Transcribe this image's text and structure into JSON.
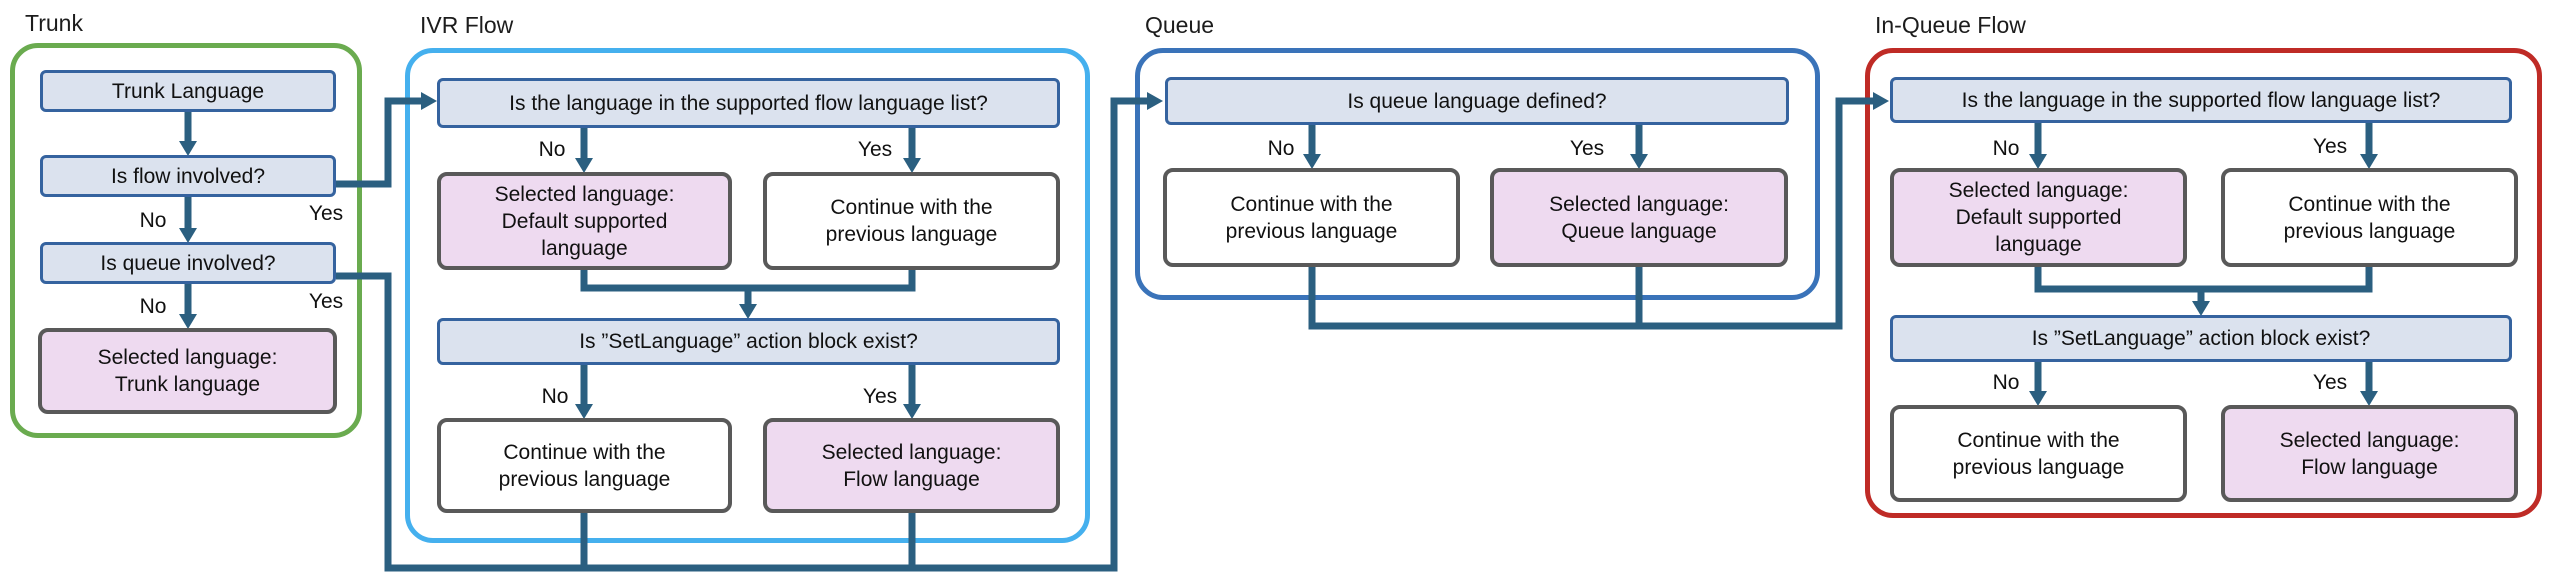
{
  "branch": {
    "no": "No",
    "yes": "Yes"
  },
  "colors": {
    "connector": "#2b5f80",
    "panel_trunk_border": "#6aab4f",
    "panel_ivr_border": "#45b0ee",
    "panel_queue_border": "#3a73b9",
    "panel_inqueue_border": "#bf2b26",
    "decision_fill": "#dbe2ee",
    "decision_border": "#35639f",
    "result_fill": "#eedaf0",
    "outcome_border": "#595959"
  },
  "panels": {
    "trunk": {
      "label": "Trunk",
      "start": "Trunk Language",
      "q_flow": "Is flow involved?",
      "q_queue": "Is queue involved?",
      "result": "Selected language:\nTrunk language"
    },
    "ivr": {
      "label": "IVR Flow",
      "q_supported": "Is the language in the supported flow language list?",
      "no_result": "Selected language:\nDefault supported\nlanguage",
      "yes_continue": "Continue with the\nprevious language",
      "q_setlang": "Is ”SetLanguage” action block exist?",
      "no_continue": "Continue with the\nprevious language",
      "yes_result": "Selected language:\nFlow language"
    },
    "queue": {
      "label": "Queue",
      "q_defined": "Is queue language defined?",
      "no_continue": "Continue with the\nprevious language",
      "yes_result": "Selected language:\nQueue language"
    },
    "inqueue": {
      "label": "In-Queue Flow",
      "q_supported": "Is the language in the supported flow language list?",
      "no_result": "Selected language:\nDefault supported\nlanguage",
      "yes_continue": "Continue with the\nprevious language",
      "q_setlang": "Is ”SetLanguage” action block exist?",
      "no_continue": "Continue with the\nprevious language",
      "yes_result": "Selected language:\nFlow language"
    }
  }
}
